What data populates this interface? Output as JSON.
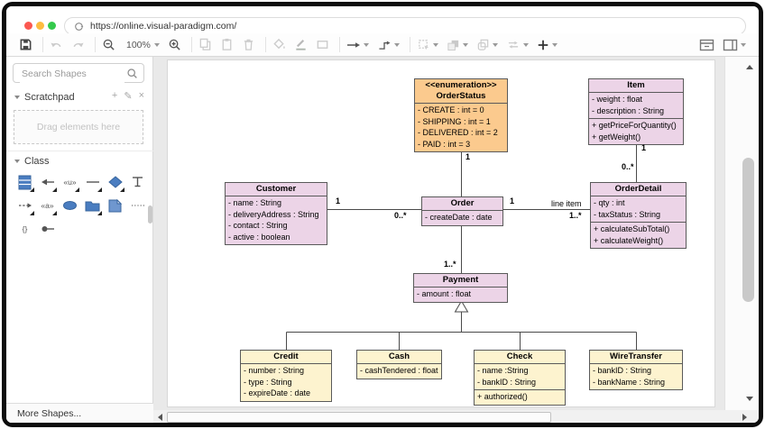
{
  "browser": {
    "url": "https://online.visual-paradigm.com/"
  },
  "toolbar": {
    "zoom_level": "100%"
  },
  "sidebar": {
    "search_placeholder": "Search Shapes",
    "scratchpad_label": "Scratchpad",
    "scratchpad_icons": {
      "add": "+",
      "edit": "✎",
      "close": "×"
    },
    "drag_hint": "Drag elements here",
    "class_section_label": "Class",
    "palette_glyphs": {
      "stereotype_u": "«u»",
      "stereotype_a": "«a»",
      "braces": "{}"
    },
    "more_shapes_label": "More Shapes...",
    "icon_names": [
      "class",
      "association",
      "stereotype-u",
      "line",
      "diamond",
      "anchor",
      "dashed-arrow",
      "stereotype-a",
      "ellipse",
      "package",
      "note",
      "dotted-line",
      "constraint",
      "lollipop-interface"
    ]
  },
  "diagram": {
    "colors": {
      "purple": "#ecd4e7",
      "orange": "#fbca8e",
      "yellow": "#fdf3cf"
    },
    "classes": {
      "orderStatus": {
        "stereotype": "<<enumeration>>",
        "name": "OrderStatus",
        "attributes": [
          "- CREATE : int  = 0",
          "- SHIPPING : int = 1",
          "- DELIVERED : int = 2",
          "- PAID : int = 3"
        ]
      },
      "item": {
        "name": "Item",
        "attributes": [
          "- weight : float",
          "- description : String"
        ],
        "operations": [
          "+ getPriceForQuantity()",
          "+ getWeight()"
        ]
      },
      "customer": {
        "name": "Customer",
        "attributes": [
          "- name : String",
          "- deliveryAddress : String",
          "- contact : String",
          "- active : boolean"
        ]
      },
      "order": {
        "name": "Order",
        "attributes": [
          "- createDate : date"
        ]
      },
      "orderDetail": {
        "name": "OrderDetail",
        "attributes": [
          "- qty : int",
          "- taxStatus : String"
        ],
        "operations": [
          "+ calculateSubTotal()",
          "+ calculateWeight()"
        ]
      },
      "payment": {
        "name": "Payment",
        "attributes": [
          "- amount : float"
        ]
      },
      "credit": {
        "name": "Credit",
        "attributes": [
          "- number : String",
          "- type : String",
          "- expireDate : date"
        ]
      },
      "cash": {
        "name": "Cash",
        "attributes": [
          "- cashTendered : float"
        ]
      },
      "check": {
        "name": "Check",
        "attributes": [
          "- name :String",
          "- bankID : String"
        ],
        "operations": [
          "+ authorized()"
        ]
      },
      "wireTransfer": {
        "name": "WireTransfer",
        "attributes": [
          "- bankID : String",
          "- bankName : String"
        ]
      }
    },
    "edge_labels": {
      "orderstatus_to_order": "1",
      "customer_mult": "1",
      "order_mult_customer": "0..*",
      "order_mult_detail": "1",
      "assoc_name": "line item",
      "detail_mult": "1..*",
      "item_mult": "1",
      "detail_mult_item": "0..*",
      "payment_mult": "1..*"
    }
  }
}
